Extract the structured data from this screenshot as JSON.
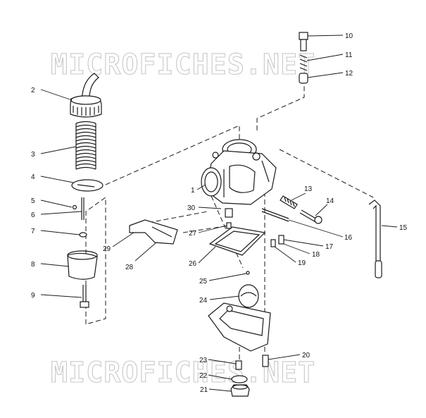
{
  "watermark": {
    "text_top": "MICROFICHES.NET",
    "text_bottom": "MICROFICHES.NET",
    "color": "#c8c8c8"
  },
  "callouts": [
    {
      "id": "c1",
      "label": "1"
    },
    {
      "id": "c2",
      "label": "2"
    },
    {
      "id": "c3",
      "label": "3"
    },
    {
      "id": "c4",
      "label": "4"
    },
    {
      "id": "c5",
      "label": "5"
    },
    {
      "id": "c6",
      "label": "6"
    },
    {
      "id": "c7",
      "label": "7"
    },
    {
      "id": "c8",
      "label": "8"
    },
    {
      "id": "c9",
      "label": "9"
    },
    {
      "id": "c10",
      "label": "10"
    },
    {
      "id": "c11",
      "label": "11"
    },
    {
      "id": "c12",
      "label": "12"
    },
    {
      "id": "c13",
      "label": "13"
    },
    {
      "id": "c14",
      "label": "14"
    },
    {
      "id": "c15",
      "label": "15"
    },
    {
      "id": "c16",
      "label": "16"
    },
    {
      "id": "c17",
      "label": "17"
    },
    {
      "id": "c18",
      "label": "18"
    },
    {
      "id": "c19",
      "label": "19"
    },
    {
      "id": "c20",
      "label": "20"
    },
    {
      "id": "c21",
      "label": "21"
    },
    {
      "id": "c22",
      "label": "22"
    },
    {
      "id": "c23",
      "label": "23"
    },
    {
      "id": "c24",
      "label": "24"
    },
    {
      "id": "c25",
      "label": "25"
    },
    {
      "id": "c26",
      "label": "26"
    },
    {
      "id": "c27",
      "label": "27"
    },
    {
      "id": "c28",
      "label": "28"
    },
    {
      "id": "c29",
      "label": "29"
    },
    {
      "id": "c30",
      "label": "30"
    }
  ]
}
